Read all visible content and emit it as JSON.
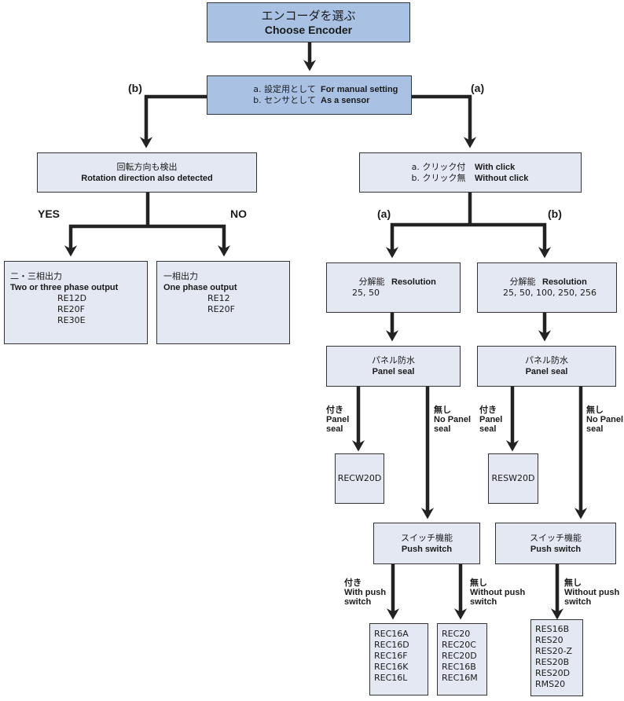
{
  "colors": {
    "header_fill": "#a9c2e4",
    "box_fill": "#e3e8f3",
    "line": "#222222"
  },
  "root": {
    "jp": "エンコーダを選ぶ",
    "en": "Choose Encoder"
  },
  "purpose": {
    "a_jp": "a. 設定用として",
    "a_en": "For manual setting",
    "b_jp": "b. センサとして",
    "b_en": "As a sensor"
  },
  "branch_labels": {
    "purpose_b": "(b)",
    "purpose_a": "(a)",
    "click_a": "(a)",
    "click_b": "(b)"
  },
  "rotation": {
    "jp": "回転方向も検出",
    "en": "Rotation direction also detected",
    "yes": "YES",
    "no": "NO"
  },
  "two_three_phase": {
    "jp": "二・三相出力",
    "en": "Two or three phase output",
    "models": [
      "RE12D",
      "RE20F",
      "RE30E"
    ]
  },
  "one_phase": {
    "jp": "一相出力",
    "en": "One phase output",
    "models": [
      "RE12",
      "RE20F"
    ]
  },
  "click": {
    "a_jp": "a. クリック付",
    "a_en": "With click",
    "b_jp": "b. クリック無",
    "b_en": "Without click"
  },
  "resolution_a": {
    "jp": "分解能",
    "en": "Resolution",
    "values": "25, 50"
  },
  "resolution_b": {
    "jp": "分解能",
    "en": "Resolution",
    "values": "25, 50, 100, 250, 256"
  },
  "panel_seal": {
    "jp": "パネル防水",
    "en": "Panel seal"
  },
  "seal_labels": {
    "with_jp": "付き",
    "with_en1": "Panel",
    "with_en2": "seal",
    "without_jp": "無し",
    "without_en1": "No Panel",
    "without_en2": "seal"
  },
  "sealed_a_model": "RECW20D",
  "sealed_b_model": "RESW20D",
  "push_switch": {
    "jp": "スイッチ機能",
    "en": "Push switch"
  },
  "push_labels": {
    "with_jp": "付き",
    "with_en1": "With push",
    "with_en2": "switch",
    "without_jp": "無し",
    "without_en1": "Without push",
    "without_en2": "switch"
  },
  "models_push_with": [
    "REC16A",
    "REC16D",
    "REC16F",
    "REC16K",
    "REC16L"
  ],
  "models_push_without": [
    "REC20",
    "REC20C",
    "REC20D",
    "REC16B",
    "REC16M"
  ],
  "models_b_without": [
    "RES16B",
    "RES20",
    "RES20-Z",
    "RES20B",
    "RES20D",
    "RMS20"
  ]
}
